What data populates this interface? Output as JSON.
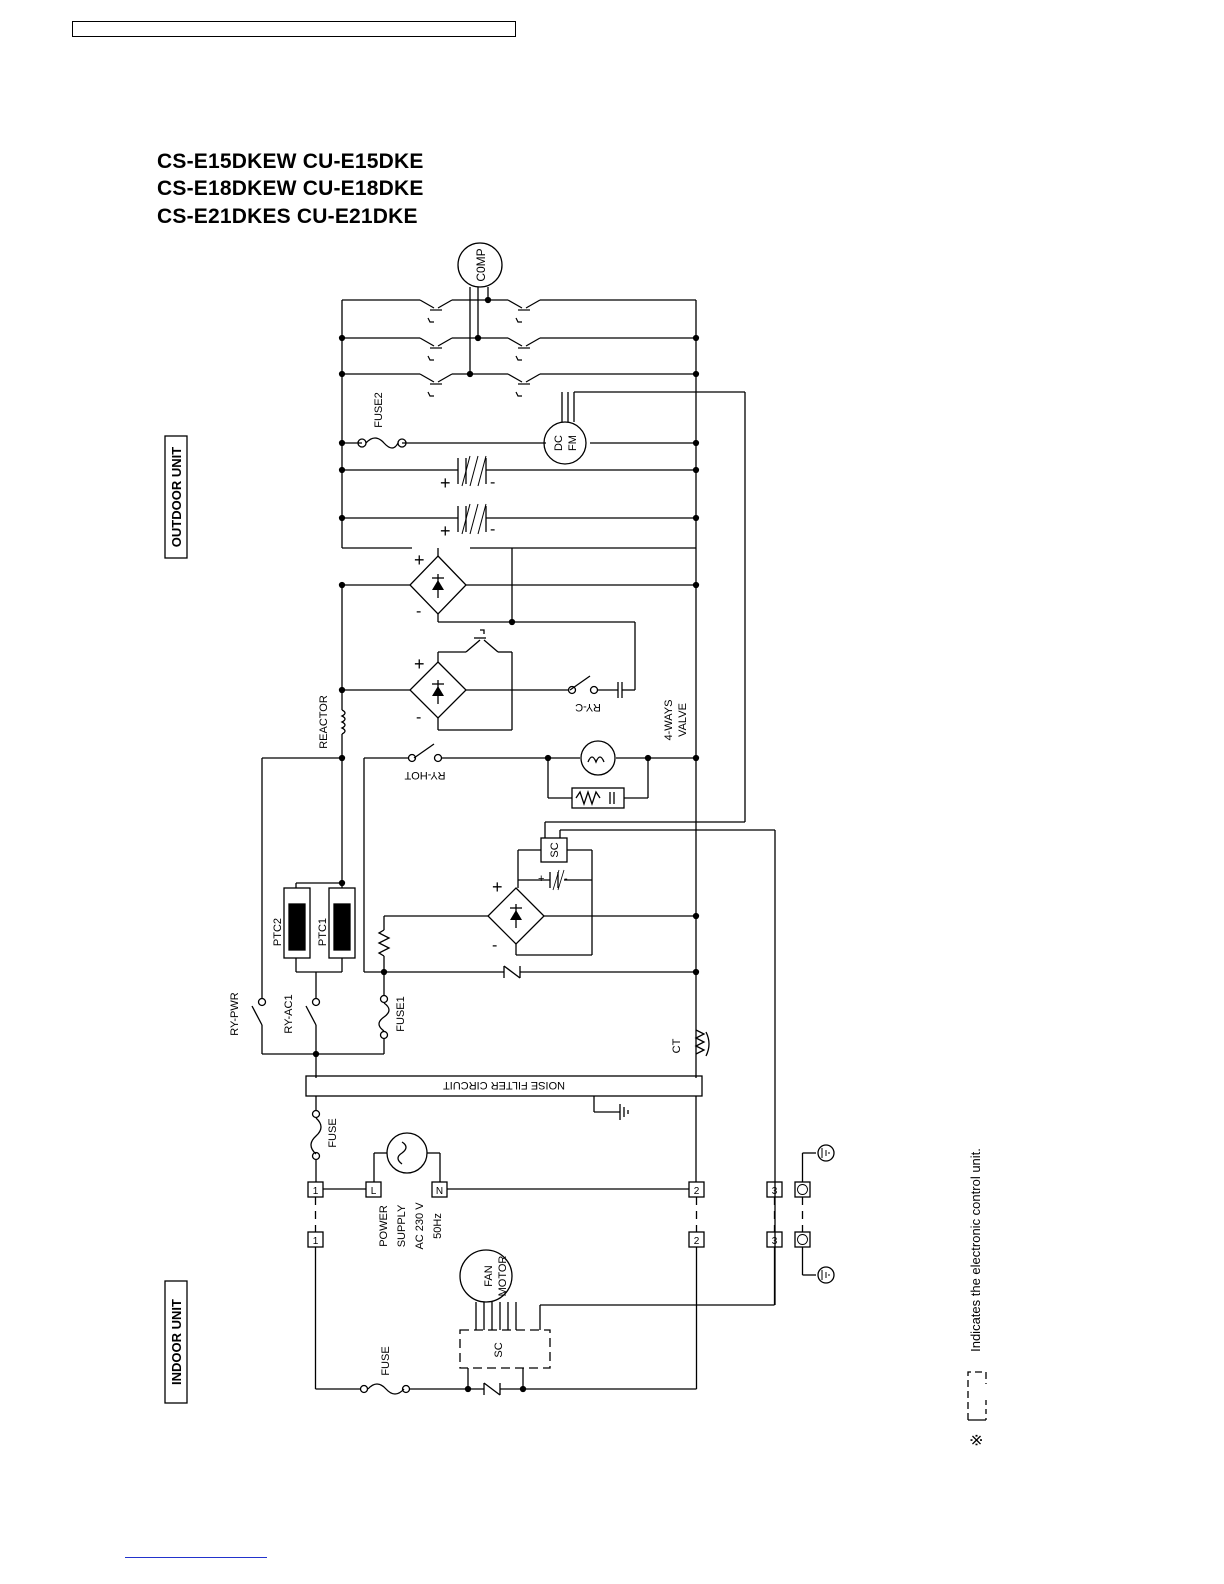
{
  "header": {
    "box_text": ""
  },
  "models": [
    "CS-E15DKEW CU-E15DKE",
    "CS-E18DKEW CU-E18DKE",
    "CS-E21DKES CU-E21DKE"
  ],
  "units": {
    "outdoor": "OUTDOOR UNIT",
    "indoor": "INDOOR UNIT"
  },
  "labels": {
    "comp": "C0MP",
    "fuse2": "FUSE2",
    "dc_fm": [
      "DC",
      "FM"
    ],
    "reactor": "REACTOR",
    "ry_c": "RY-C",
    "four_ways_valve": [
      "4-WAYS",
      "VALVE"
    ],
    "ry_hot": "RY-HOT",
    "sc": "SC",
    "ptc2": "PTC2",
    "ptc1": "PTC1",
    "ry_pwr": "RY-PWR",
    "ry_ac1": "RY-AC1",
    "fuse1": "FUSE1",
    "ct": "CT",
    "noise_filter": "NOISE FILTER CIRCUIT",
    "fuse": "FUSE",
    "power_supply": [
      "POWER",
      "SUPPLY",
      "AC 230 V",
      "50Hz"
    ],
    "fan_motor": [
      "FAN",
      "MOTOR"
    ],
    "terminal_l": "L",
    "terminal_n": "N",
    "terminal_1": "1",
    "terminal_2": "2",
    "terminal_3": "3",
    "plus": "+",
    "minus": "-"
  },
  "note": {
    "symbol": "※",
    "text": "Indicates the electronic control unit."
  }
}
